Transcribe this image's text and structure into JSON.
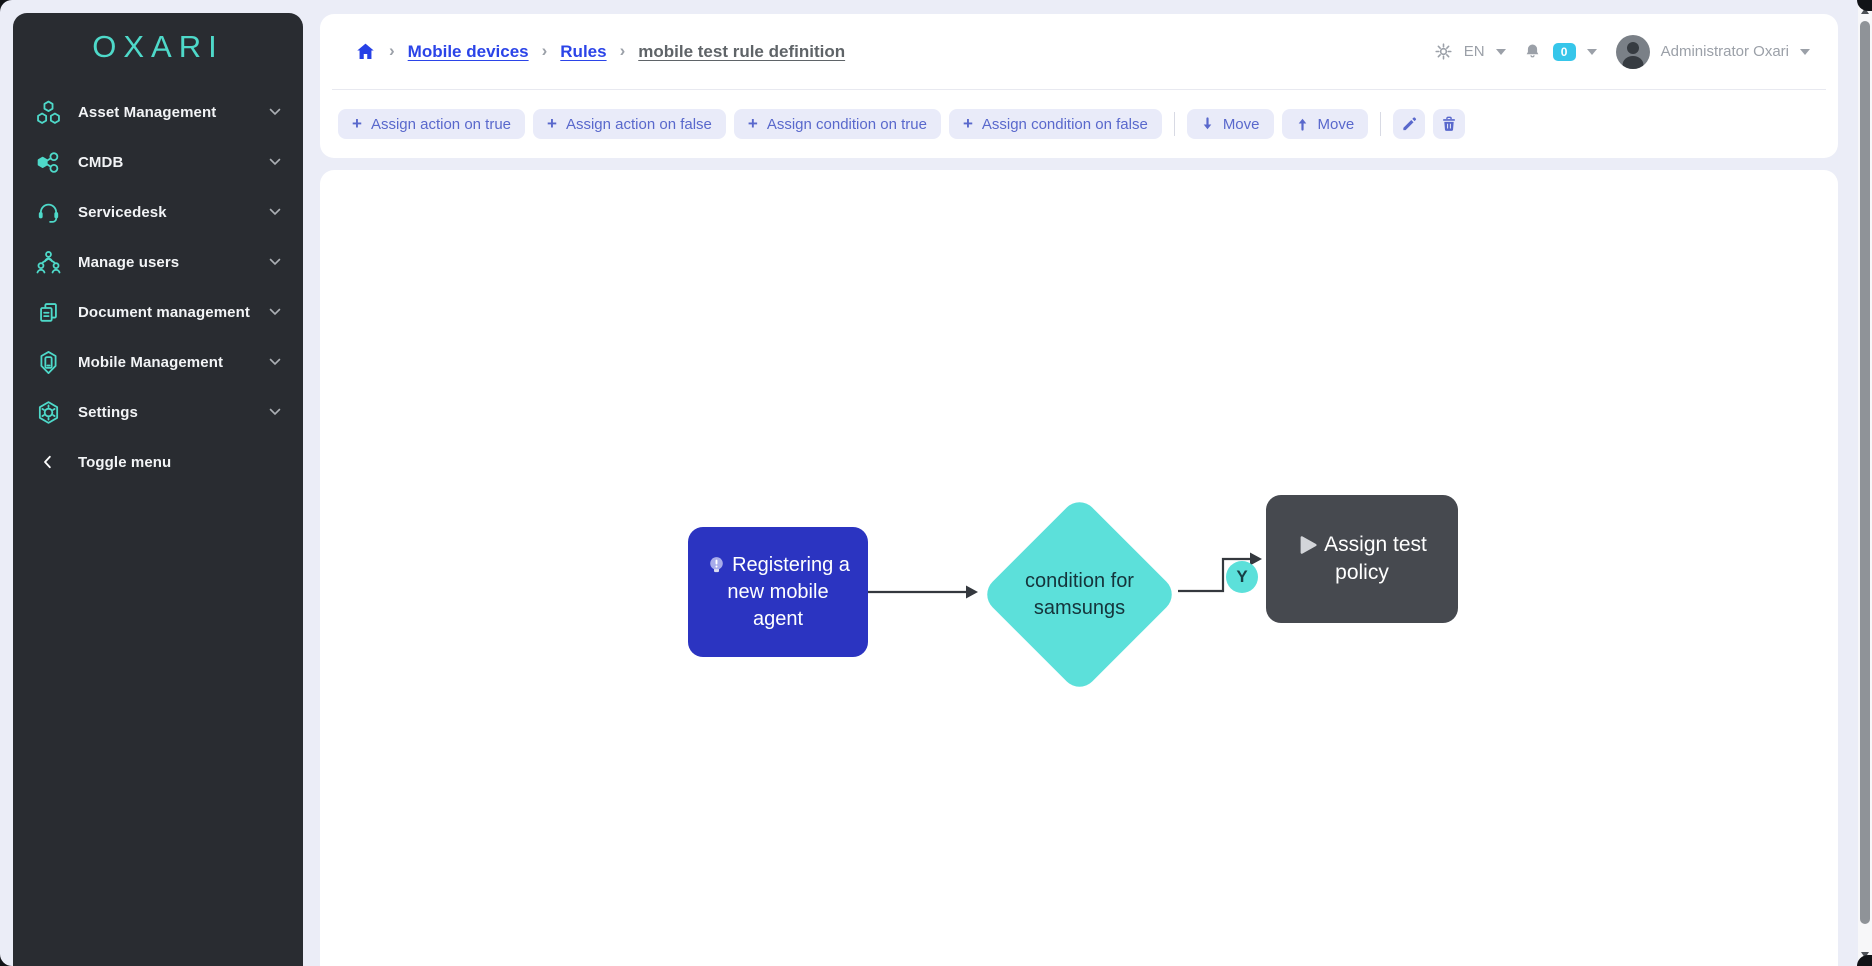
{
  "app": {
    "logo_text": "OXARI"
  },
  "colors": {
    "accent_teal": "#4ED9C9",
    "sidebar_bg": "#292C31",
    "page_bg": "#EBEDF7",
    "link_blue": "#2B44E8",
    "breadcrumb_current_gray": "#5F6468",
    "toolbar_button_bg": "#E9EBF9",
    "toolbar_button_text": "#5968CC",
    "node_blue": "#2B34C1",
    "node_teal": "#5CE0DA",
    "node_dark": "#46494F",
    "badge_cyan": "#36C6EA",
    "muted_gray": "#9BA0A8"
  },
  "sidebar": {
    "items": [
      {
        "label": "Asset Management",
        "icon": "asset-management-icon"
      },
      {
        "label": "CMDB",
        "icon": "cmdb-icon"
      },
      {
        "label": "Servicedesk",
        "icon": "servicedesk-icon"
      },
      {
        "label": "Manage users",
        "icon": "manage-users-icon"
      },
      {
        "label": "Document management",
        "icon": "document-management-icon"
      },
      {
        "label": "Mobile Management",
        "icon": "mobile-management-icon"
      },
      {
        "label": "Settings",
        "icon": "settings-icon"
      }
    ],
    "toggle": {
      "label": "Toggle menu",
      "icon": "chevron-left-icon"
    }
  },
  "breadcrumb": {
    "separator": "›",
    "items": [
      {
        "label": "Mobile devices"
      },
      {
        "label": "Rules"
      },
      {
        "label": "mobile test rule definition"
      }
    ]
  },
  "toolbar": {
    "assign_buttons": [
      "Assign action on true",
      "Assign action on false",
      "Assign condition on true",
      "Assign condition on false"
    ],
    "move_down_label": "Move",
    "move_up_label": "Move"
  },
  "topbar": {
    "language": "EN",
    "notification_count": "0",
    "user_name": "Administrator Oxari"
  },
  "flowchart": {
    "trigger": {
      "label": "Registering a new mobile agent",
      "lines": [
        "Registering a",
        "new mobile",
        "agent"
      ]
    },
    "condition": {
      "label": "condition for samsungs",
      "lines": [
        "condition for",
        "samsungs"
      ]
    },
    "branch": {
      "label": "Y"
    },
    "action": {
      "label": "Assign test policy",
      "lines": [
        "Assign test",
        "policy"
      ]
    }
  }
}
